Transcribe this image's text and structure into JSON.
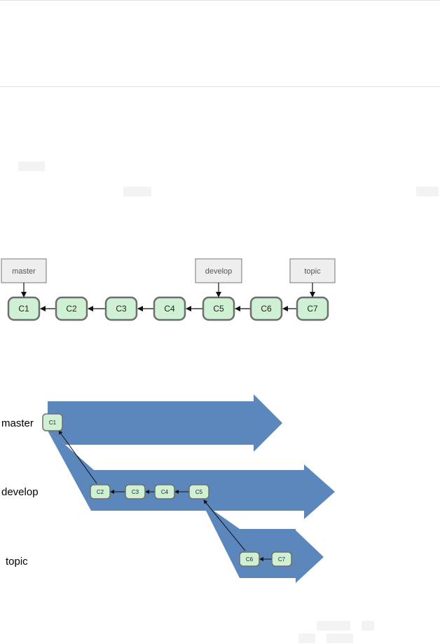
{
  "diagram_linear": {
    "refs": [
      {
        "label": "master",
        "points_to": "C1"
      },
      {
        "label": "develop",
        "points_to": "C5"
      },
      {
        "label": "topic",
        "points_to": "C7"
      }
    ],
    "commits": [
      "C1",
      "C2",
      "C3",
      "C4",
      "C5",
      "C6",
      "C7"
    ]
  },
  "diagram_silo": {
    "branches": [
      {
        "label": "master",
        "commits": [
          "C1"
        ]
      },
      {
        "label": "develop",
        "commits": [
          "C2",
          "C3",
          "C4",
          "C5"
        ]
      },
      {
        "label": "topic",
        "commits": [
          "C6",
          "C7"
        ]
      }
    ]
  },
  "colors": {
    "commit_fill": "#d0f0d3",
    "commit_stroke": "#6e6e6e",
    "ref_fill": "#eeeeee",
    "ref_stroke": "#777777",
    "silo_fill": "#5b87bd",
    "rule": "#e3e3e3",
    "chip": "#f3f3f3"
  }
}
